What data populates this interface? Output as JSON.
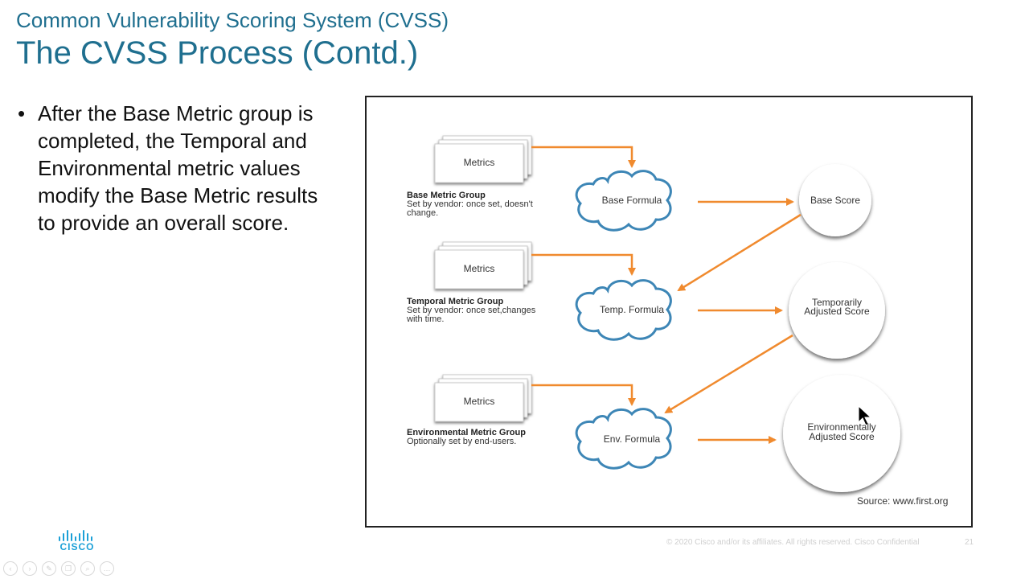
{
  "header": {
    "subtitle": "Common Vulnerability Scoring System (CVSS)",
    "title": "The CVSS Process (Contd.)"
  },
  "bullet": {
    "marker": "•",
    "text": "After the Base Metric group is completed, the Temporal and Environmental metric values modify the Base Metric results to provide an overall score."
  },
  "diagram": {
    "groups": [
      {
        "metrics_label": "Metrics",
        "name": "Base Metric Group",
        "desc_line1": "Set by vendor: once set, doesn't",
        "desc_line2": "change.",
        "formula": "Base Formula"
      },
      {
        "metrics_label": "Metrics",
        "name": "Temporal Metric Group",
        "desc_line1": "Set by vendor: once set,changes",
        "desc_line2": "with time.",
        "formula": "Temp. Formula"
      },
      {
        "metrics_label": "Metrics",
        "name": "Environmental Metric Group",
        "desc_line1": "Optionally set by end-users.",
        "desc_line2": "",
        "formula": "Env. Formula"
      }
    ],
    "scores": [
      {
        "line1": "Base Score",
        "line2": ""
      },
      {
        "line1": "Temporarily",
        "line2": "Adjusted Score"
      },
      {
        "line1": "Environmentally",
        "line2": "Adjusted Score"
      }
    ],
    "source": "Source: www.first.org",
    "colors": {
      "arrow": "#f08a2e",
      "cloud": "#3d86b6"
    }
  },
  "footer": {
    "copyright": "© 2020  Cisco and/or its affiliates. All rights reserved.   Cisco Confidential",
    "page_number": "21",
    "logo_text": "CISCO"
  },
  "controls": [
    "prev-icon",
    "play-icon",
    "pen-icon",
    "copy-icon",
    "zoom-icon",
    "more-icon"
  ]
}
